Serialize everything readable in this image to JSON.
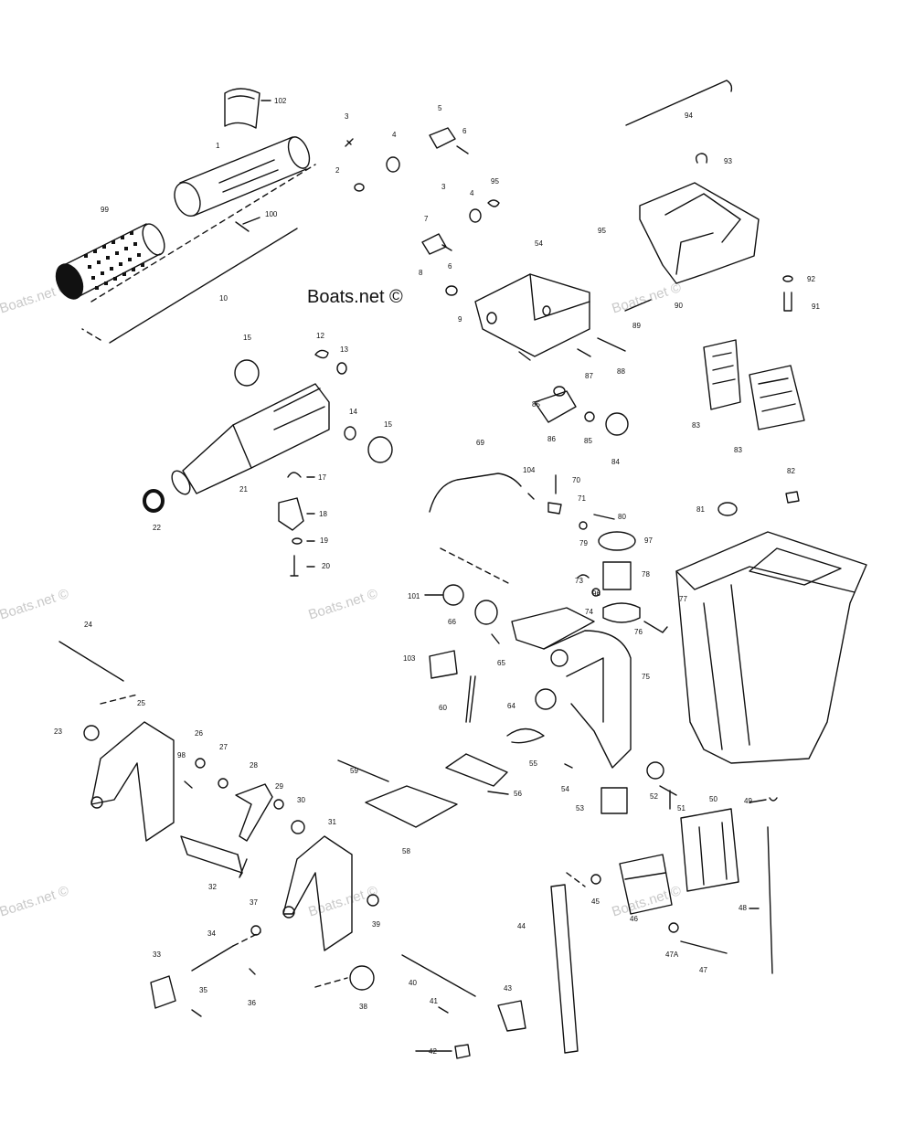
{
  "watermark": "Boats.net ©",
  "brand_label": "Boats.net ©",
  "colors": {
    "ink": "#111111",
    "watermark": "#c9c9c9",
    "background": "#ffffff"
  },
  "callouts": {
    "c1": "1",
    "c2": "2",
    "c3": "3",
    "c4": "4",
    "c5": "5",
    "c6": "6",
    "c7": "7",
    "c8": "8",
    "c9": "9",
    "c10": "10",
    "c12": "12",
    "c13": "13",
    "c14": "14",
    "c15": "15",
    "c17": "17",
    "c18": "18",
    "c19": "19",
    "c20": "20",
    "c21": "21",
    "c22": "22",
    "c23": "23",
    "c24": "24",
    "c25": "25",
    "c26": "26",
    "c27": "27",
    "c28": "28",
    "c29": "29",
    "c30": "30",
    "c31": "31",
    "c32": "32",
    "c33": "33",
    "c34": "34",
    "c35": "35",
    "c36": "36",
    "c37": "37",
    "c38": "38",
    "c39": "39",
    "c40": "40",
    "c41": "41",
    "c42": "42",
    "c43": "43",
    "c44": "44",
    "c45": "45",
    "c46": "46",
    "c47": "47",
    "c47a": "47A",
    "c48": "48",
    "c49": "49",
    "c50": "50",
    "c51": "51",
    "c52": "52",
    "c53": "53",
    "c54": "54",
    "c55": "55",
    "c56": "56",
    "c58": "58",
    "c59": "59",
    "c60": "60",
    "c64": "64",
    "c65": "65",
    "c66": "66",
    "c69": "69",
    "c70": "70",
    "c71": "71",
    "c73": "73",
    "c74": "74",
    "c75": "75",
    "c76": "76",
    "c77": "77",
    "c78": "78",
    "c79": "79",
    "c80": "80",
    "c81": "81",
    "c82": "82",
    "c83": "83",
    "c84": "84",
    "c85": "85",
    "c86": "86",
    "c87": "87",
    "c88": "88",
    "c89": "89",
    "c90": "90",
    "c91": "91",
    "c92": "92",
    "c93": "93",
    "c94": "94",
    "c95": "95",
    "c96": "96",
    "c97": "97",
    "c98": "98",
    "c99": "99",
    "c100": "100",
    "c101": "101",
    "c102": "102",
    "c103": "103",
    "c104": "104"
  }
}
